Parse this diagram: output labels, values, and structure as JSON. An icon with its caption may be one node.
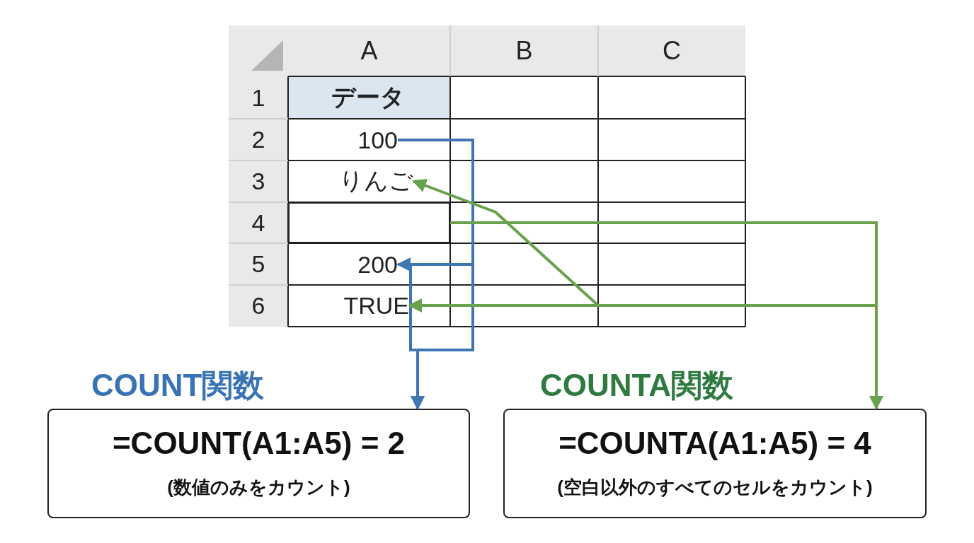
{
  "diagram": {
    "nodes": [
      {
        "text": [
          "データ"
        ]
      },
      {
        "text": [
          "100"
        ]
      },
      {
        "text": [
          "りんご"
        ]
      },
      {
        "text": [],
        "shape": "box"
      },
      {
        "text": [
          "200"
        ]
      },
      {
        "text": [
          "TRUE"
        ]
      },
      {
        "text": [
          "COUNT関数",
          "=COUNT(A1:A5) = 2",
          "(数値のみをカウント)"
        ]
      },
      {
        "text": [
          "COUNTA関数",
          "=COUNTA(A1:A5) = 4",
          "(空白以外のすべてのセルをカウント)"
        ]
      }
    ],
    "edges": [
      {
        "from": 1,
        "to": 6,
        "arrow": "to",
        "color": "#3f76b4"
      },
      {
        "from": 4,
        "to": 6,
        "arrow": "to",
        "color": "#3f76b4"
      },
      {
        "from": 1,
        "to": 4,
        "arrow": "to",
        "color": "#3f76b4"
      },
      {
        "from": 3,
        "to": 7,
        "arrow": "to",
        "color": "#68a24c"
      },
      {
        "from": 3,
        "to": 5,
        "arrow": "to",
        "color": "#68a24c"
      },
      {
        "from": 3,
        "to": 2,
        "arrow": "to",
        "color": "#68a24c"
      }
    ],
    "labels": [
      "A",
      "B",
      "C",
      "1",
      "2",
      "3",
      "4",
      "5",
      "6"
    ]
  }
}
